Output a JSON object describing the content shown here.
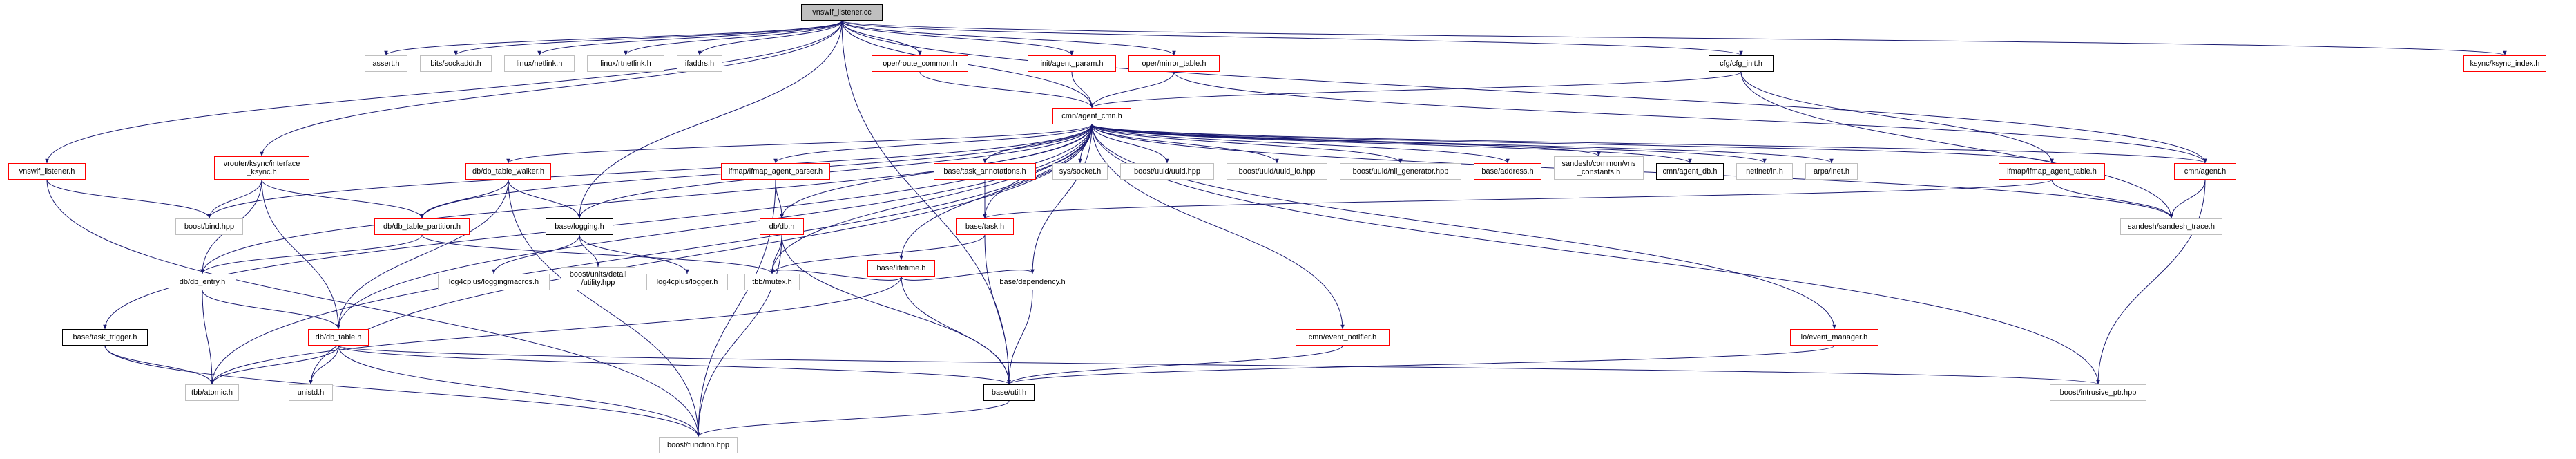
{
  "colors": {
    "edge": "#191970",
    "node_border_default": "#bfbfbf",
    "node_border_documented": "#ff0000",
    "node_border_has_graph": "#000000",
    "root_fill": "#bfbfbf"
  },
  "nodes": {
    "vnswif_listener_cc": "vnswif_listener.cc",
    "assert_h": "assert.h",
    "bits_sockaddr_h": "bits/sockaddr.h",
    "linux_netlink_h": "linux/netlink.h",
    "linux_rtnetlink_h": "linux/rtnetlink.h",
    "ifaddrs_h": "ifaddrs.h",
    "oper_route_common_h": "oper/route_common.h",
    "init_agent_param_h": "init/agent_param.h",
    "oper_mirror_table_h": "oper/mirror_table.h",
    "cfg_cfg_init_h": "cfg/cfg_init.h",
    "ksync_ksync_index_h": "ksync/ksync_index.h",
    "cmn_agent_cmn_h": "cmn/agent_cmn.h",
    "vnswif_listener_h": "vnswif_listener.h",
    "vrouter_ksync_interface_ksync_h": "vrouter/ksync/interface\n_ksync.h",
    "db_db_table_walker_h": "db/db_table_walker.h",
    "ifmap_ifmap_agent_parser_h": "ifmap/ifmap_agent_parser.h",
    "base_task_annotations_h": "base/task_annotations.h",
    "sys_socket_h": "sys/socket.h",
    "boost_uuid_uuid_hpp": "boost/uuid/uuid.hpp",
    "boost_uuid_uuid_io_hpp": "boost/uuid/uuid_io.hpp",
    "boost_uuid_nil_generator_hpp": "boost/uuid/nil_generator.hpp",
    "base_address_h": "base/address.h",
    "sandesh_common_vns_constants_h": "sandesh/common/vns\n_constants.h",
    "cmn_agent_db_h": "cmn/agent_db.h",
    "netinet_in_h": "netinet/in.h",
    "arpa_inet_h": "arpa/inet.h",
    "ifmap_ifmap_agent_table_h": "ifmap/ifmap_agent_table.h",
    "cmn_agent_h": "cmn/agent.h",
    "boost_bind_hpp": "boost/bind.hpp",
    "db_db_table_partition_h": "db/db_table_partition.h",
    "base_logging_h": "base/logging.h",
    "db_db_h": "db/db.h",
    "base_task_h": "base/task.h",
    "sandesh_sandesh_trace_h": "sandesh/sandesh_trace.h",
    "base_lifetime_h": "base/lifetime.h",
    "db_db_entry_h": "db/db_entry.h",
    "log4cplus_loggingmacros_h": "log4cplus/loggingmacros.h",
    "boost_units_detail_utility_hpp": "boost/units/detail\n/utility.hpp",
    "log4cplus_logger_h": "log4cplus/logger.h",
    "tbb_mutex_h": "tbb/mutex.h",
    "base_dependency_h": "base/dependency.h",
    "base_task_trigger_h": "base/task_trigger.h",
    "db_db_table_h": "db/db_table.h",
    "cmn_event_notifier_h": "cmn/event_notifier.h",
    "io_event_manager_h": "io/event_manager.h",
    "tbb_atomic_h": "tbb/atomic.h",
    "unistd_h": "unistd.h",
    "base_util_h": "base/util.h",
    "boost_intrusive_ptr_hpp": "boost/intrusive_ptr.hpp",
    "boost_function_hpp": "boost/function.hpp"
  }
}
